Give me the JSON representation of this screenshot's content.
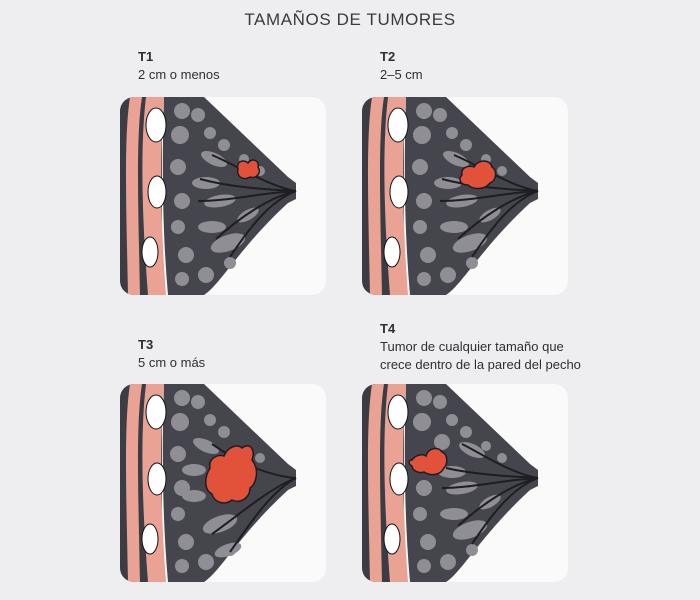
{
  "title": "TAMAÑOS DE TUMORES",
  "panels": [
    {
      "code": "T1",
      "desc": "2 cm o menos",
      "desc2": ""
    },
    {
      "code": "T2",
      "desc": "2–5 cm",
      "desc2": ""
    },
    {
      "code": "T3",
      "desc": "5 cm o más",
      "desc2": ""
    },
    {
      "code": "T4",
      "desc": "Tumor de cualquier tamaño que",
      "desc2": "crece dentro de la pared del pecho"
    }
  ],
  "colors": {
    "background": "#eeeef0",
    "card": "#fafafa",
    "chest_wall": "#3c3c44",
    "skin": "#e9a294",
    "tissue": "#45454d",
    "lobules": "#8e8e94",
    "ducts": "#1e1e22",
    "tumor": "#e2523a"
  }
}
